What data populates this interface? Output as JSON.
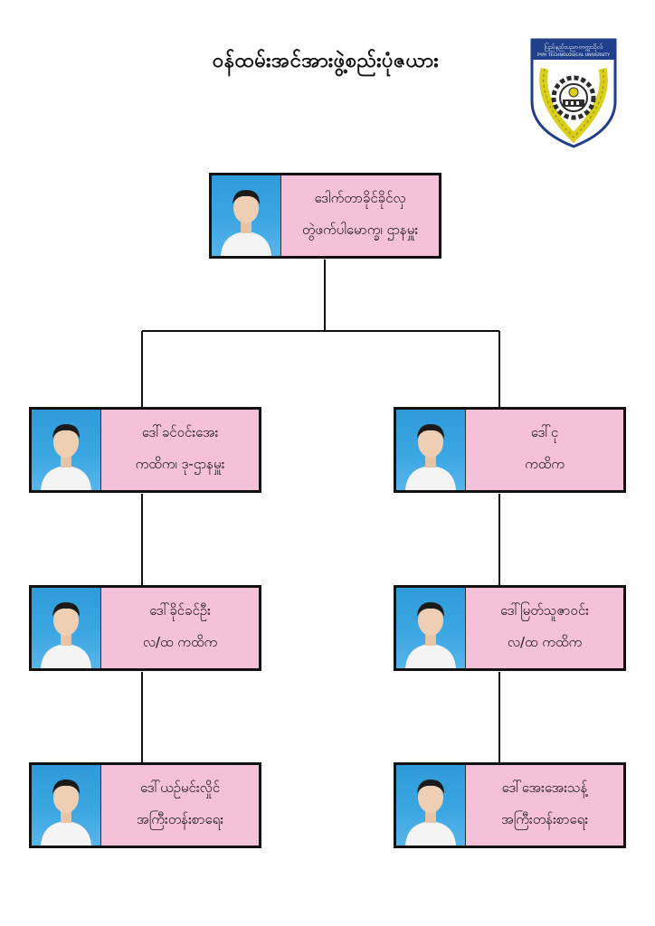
{
  "title": "ဝန်ထမ်းအင်အားဖွဲ့စည်းပုံဇယား",
  "logo": {
    "text_top": "ပြည်နည်းပညာတက္ကသိုလ်",
    "text_bottom": "PYAY TECHNOLOGICAL UNIVERSITY",
    "colors": {
      "banner": "#1f3f8a",
      "shield_bg": "#ffffff",
      "wreath": "#d9cf1c",
      "gear": "#2c2c2c"
    }
  },
  "colors": {
    "card_bg": "#f5c1d9",
    "border": "#111111",
    "photo_bg": "#2f9ad8",
    "line": "#111111"
  },
  "nodes": [
    {
      "name": "ဒေါက်တာခိုင်ခိုင်လှ",
      "role": "တွဲဖက်ပါမောက္ခ၊ ဌာနမှူး"
    },
    {
      "name": "ဒေါ်ခင်ဝင်းအေး",
      "role": "ကထိက၊ ဒု-ဌာနမှူး"
    },
    {
      "name": "ဒေါ်ငု",
      "role": "ကထိက"
    },
    {
      "name": "ဒေါ်ခိုင်ခင်ဦး",
      "role": "လ/ထ ကထိက"
    },
    {
      "name": "ဒေါ်မြတ်သူဇာဝင်း",
      "role": "လ/ထ ကထိက"
    },
    {
      "name": "ဒေါ်ယဉ်မင်းလှိုင်",
      "role": "အကြီးတန်းစာရေး"
    },
    {
      "name": "ဒေါ်အေးအေးသန့်",
      "role": "အကြီးတန်းစာရေး"
    }
  ]
}
